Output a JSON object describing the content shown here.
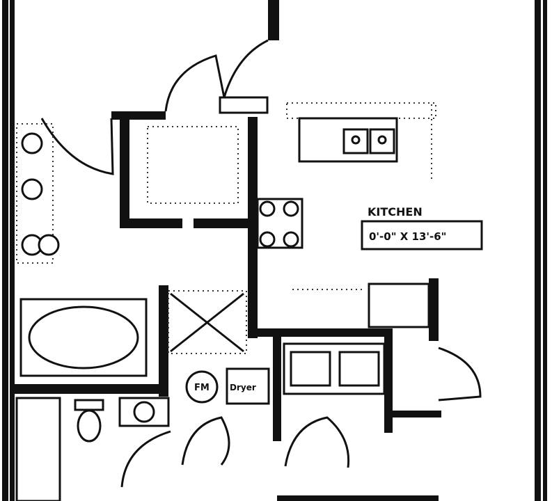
{
  "plan": {
    "room_label": "KITCHEN",
    "room_dims": "0'-0\" X 13'-6\"",
    "washer_label": "FM",
    "dryer_label": "Dryer"
  }
}
